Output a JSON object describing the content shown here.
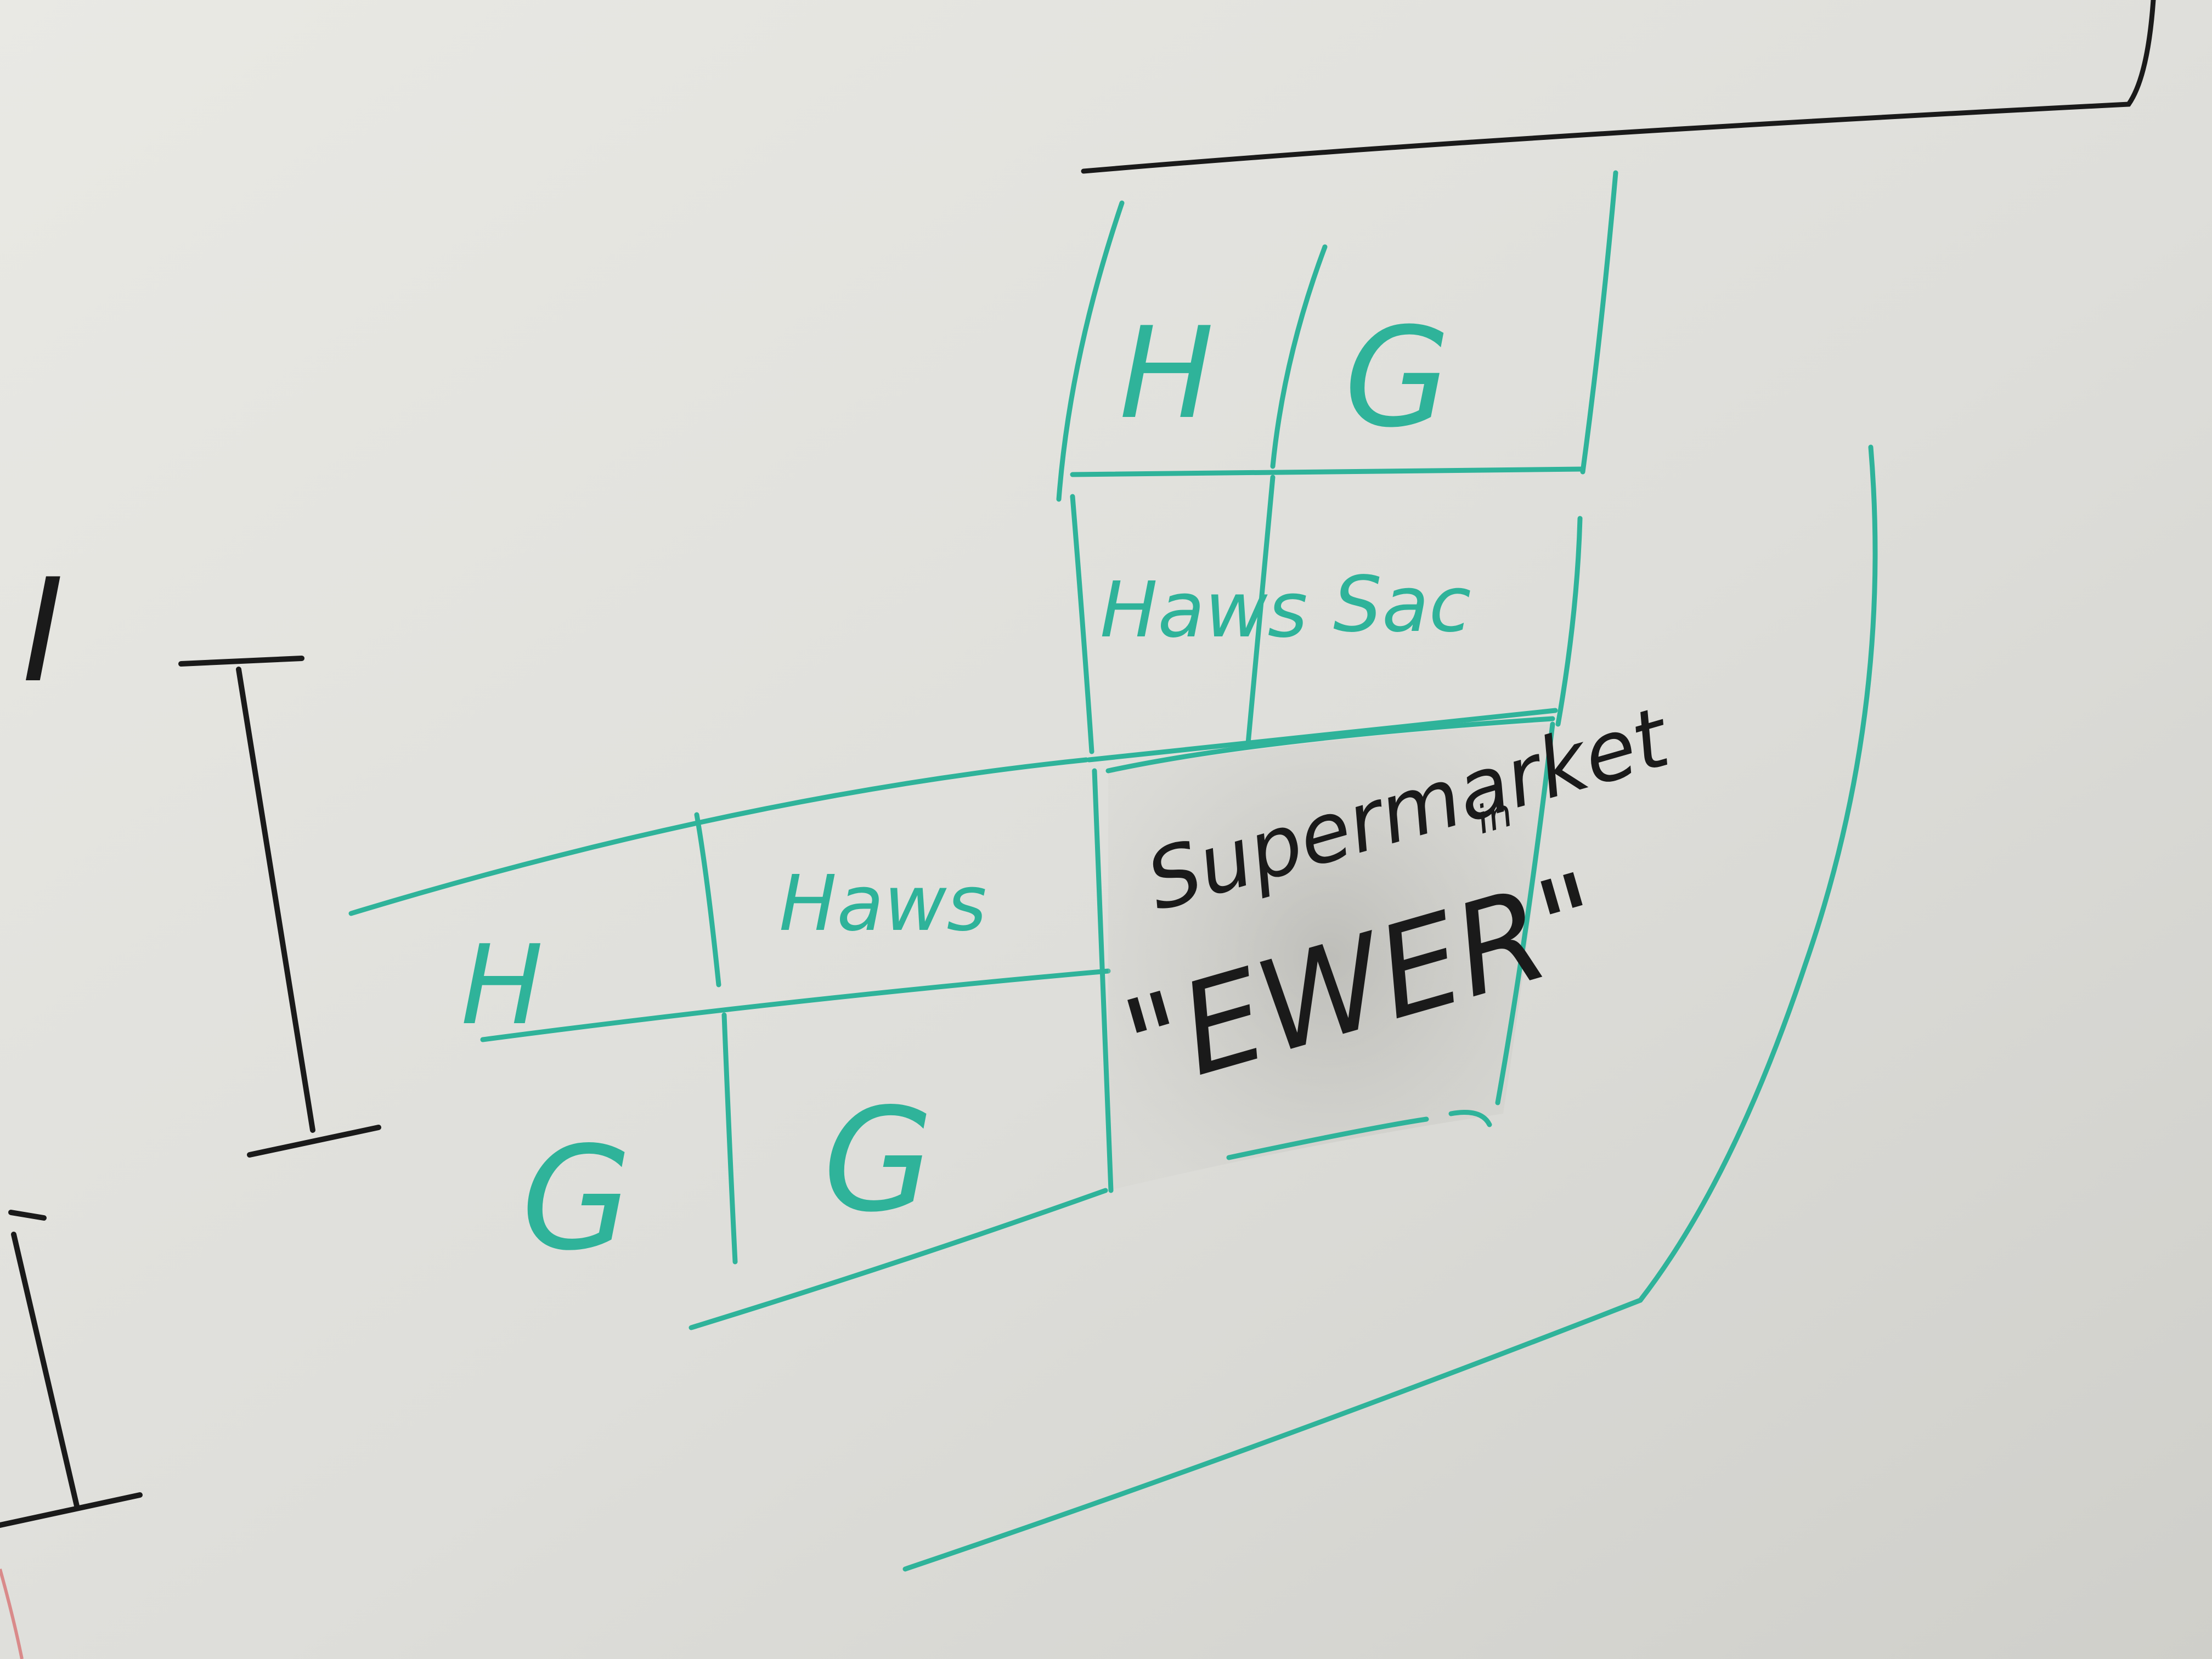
{
  "colors": {
    "board": "#e2e2dd",
    "board_shade": "#c9c9c4",
    "green_marker": "#2fb39a",
    "black_marker": "#1a1a1a",
    "smudge": "#b5b5b0"
  },
  "board_labels": {
    "top_left_cell": "H",
    "top_right_cell": "G",
    "middle_left_cell": "Haws",
    "middle_right_cell": "Sac",
    "left_top_left_cell": "H",
    "left_top_right_cell": "Haws",
    "left_bottom_left_cell": "G",
    "left_bottom_right_cell": "G",
    "center_line_1": "Supermarket",
    "center_note": "in",
    "center_line_2": "\"EWER\"",
    "left_margin_symbol": "I",
    "bracket_symbol": "I"
  }
}
